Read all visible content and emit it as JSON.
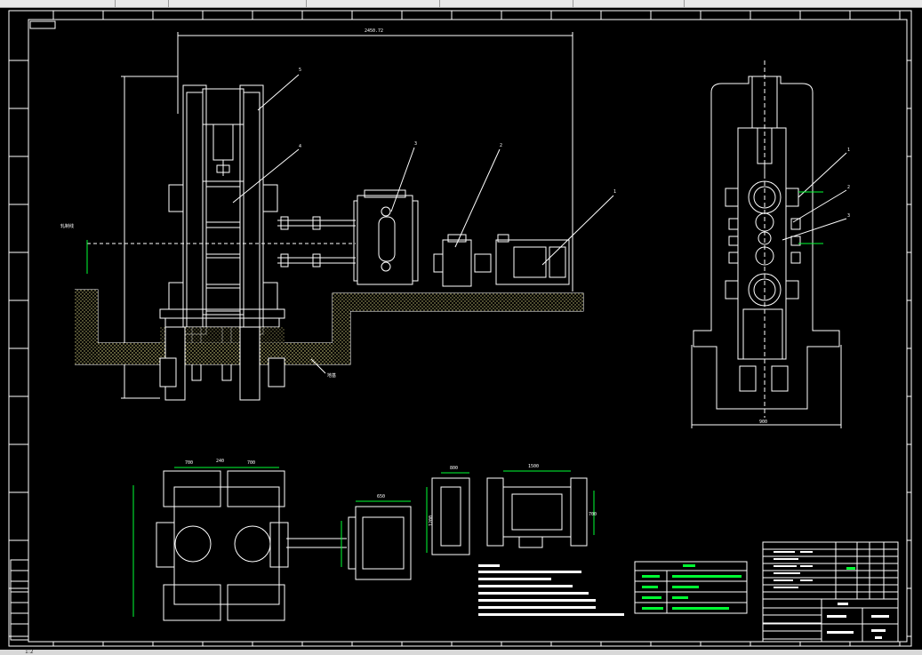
{
  "toolbar": {
    "tabs": [
      "",
      "",
      "",
      "",
      "",
      ""
    ]
  },
  "drawing": {
    "colors": {
      "background": "#000000",
      "line": "#ffffff",
      "dimension": "#00ff33",
      "hatch": "#e6e08a",
      "text_block": "#ffffff"
    },
    "main_view_dimension": "2450.72",
    "bottom_dimensions": [
      "700",
      "240",
      "700"
    ],
    "gear_dimension": "650",
    "motor_dimension": "1500",
    "reducer_dimension": "800",
    "reducer_height_dimension": "1200",
    "motor_height_dimension": "700",
    "side_view_width": "900",
    "part_numbers": [
      "5",
      "4",
      "3",
      "2",
      "1"
    ],
    "side_labels": [
      "1",
      "2",
      "3"
    ],
    "ground_label": "地基",
    "level_label": "轧制线"
  },
  "status": {
    "coordinate": "1:2"
  }
}
